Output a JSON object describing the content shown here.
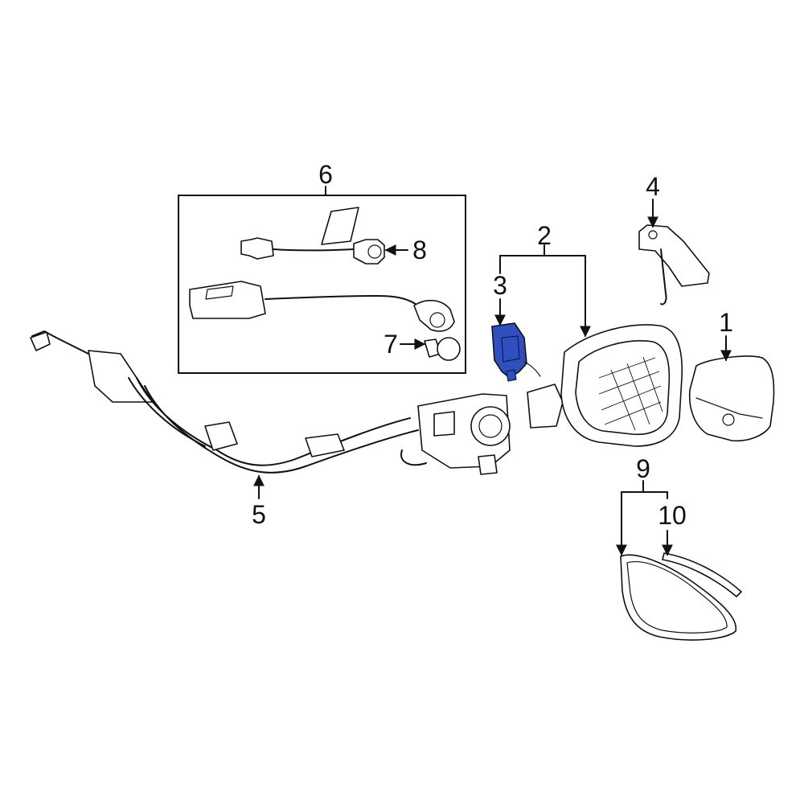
{
  "diagram": {
    "highlight_color": "#2f4fbf",
    "highlighted_part": "3",
    "callouts": [
      {
        "id": "c1",
        "label": "1"
      },
      {
        "id": "c2",
        "label": "2"
      },
      {
        "id": "c3",
        "label": "3"
      },
      {
        "id": "c4",
        "label": "4"
      },
      {
        "id": "c5",
        "label": "5"
      },
      {
        "id": "c6",
        "label": "6"
      },
      {
        "id": "c7",
        "label": "7"
      },
      {
        "id": "c8",
        "label": "8"
      },
      {
        "id": "c9",
        "label": "9"
      },
      {
        "id": "c10",
        "label": "10"
      }
    ]
  }
}
